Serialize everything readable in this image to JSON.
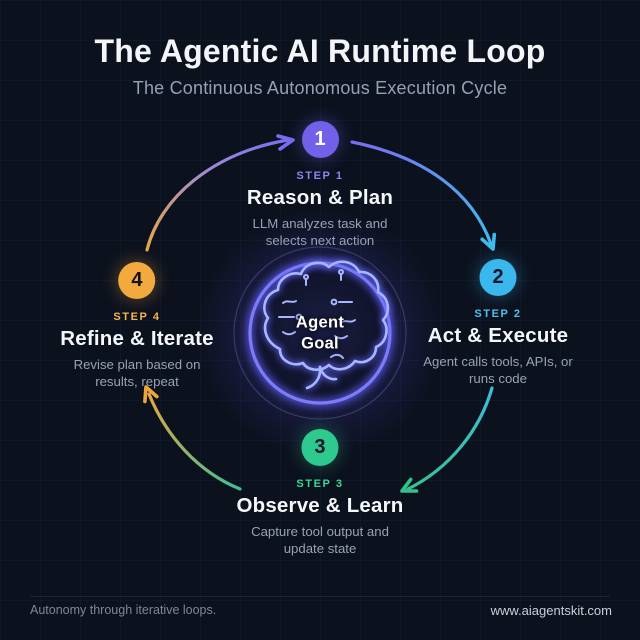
{
  "title": "The Agentic AI Runtime Loop",
  "subtitle": "The Continuous Autonomous Execution Cycle",
  "center": {
    "label": "Agent\nGoal",
    "icon": "brain-icon"
  },
  "steps": [
    {
      "number": "1",
      "step_label": "STEP 1",
      "title": "Reason & Plan",
      "description": "LLM analyzes task and selects next action",
      "color": "#7061e8"
    },
    {
      "number": "2",
      "step_label": "STEP 2",
      "title": "Act & Execute",
      "description": "Agent calls tools, APIs, or runs code",
      "color": "#3ab7ec"
    },
    {
      "number": "3",
      "step_label": "STEP 3",
      "title": "Observe & Learn",
      "description": "Capture tool output and update state",
      "color": "#2ec98e"
    },
    {
      "number": "4",
      "step_label": "STEP 4",
      "title": "Refine & Iterate",
      "description": "Revise plan based on results, repeat",
      "color": "#f2a93d"
    }
  ],
  "footer": {
    "left": "Autonomy through iterative loops.",
    "right": "www.aiagentskit.com"
  },
  "colors": {
    "background": "#0c111e",
    "accent_purple": "#7061e8",
    "accent_cyan": "#3ab7ec",
    "accent_green": "#2ec98e",
    "accent_orange": "#f2a93d",
    "center_ring": "#7d7bf8",
    "brain_stroke": "#a9b6ff",
    "text_primary": "#f3f5f9",
    "text_muted": "#96a0b5"
  }
}
